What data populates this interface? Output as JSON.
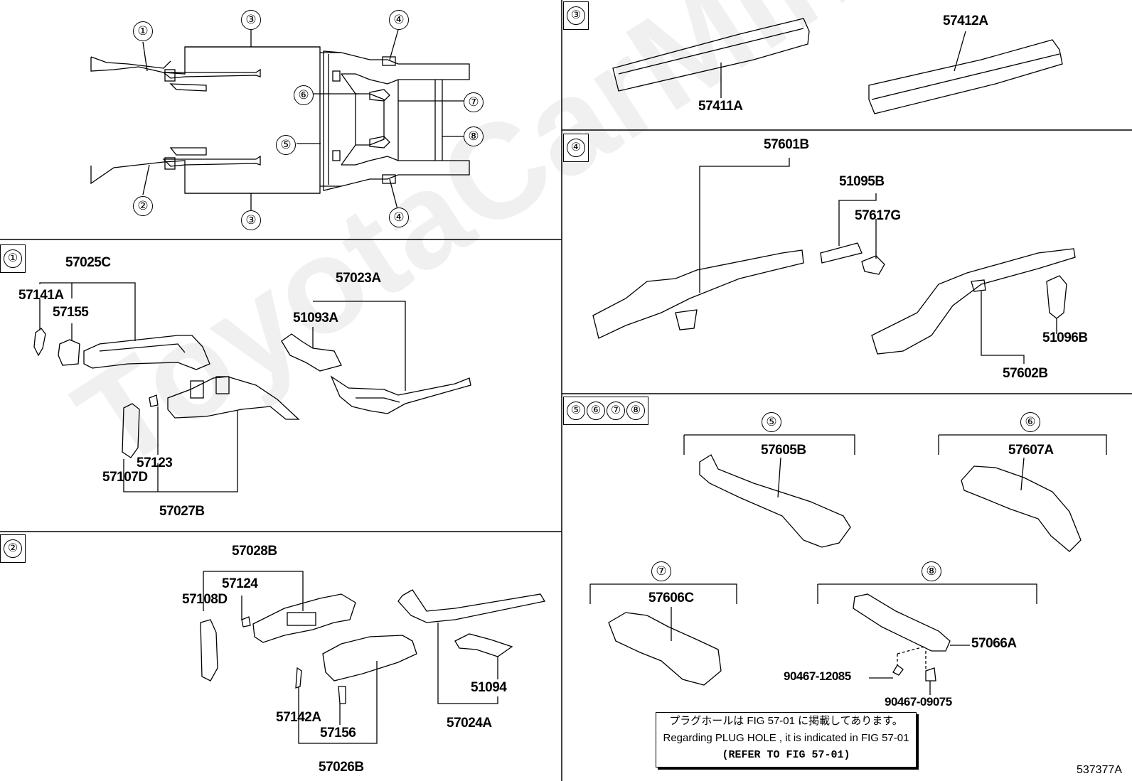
{
  "watermark": "ToyotaCarMine.ru",
  "figure_id": "537377A",
  "sections": [
    {
      "id": "s1",
      "circles": [
        "①"
      ]
    },
    {
      "id": "s2",
      "circles": [
        "②"
      ]
    },
    {
      "id": "s3",
      "circles": [
        "③"
      ]
    },
    {
      "id": "s4",
      "circles": [
        "④"
      ]
    },
    {
      "id": "s5678",
      "circles": [
        "⑤",
        "⑥",
        "⑦",
        "⑧"
      ]
    }
  ],
  "overview_callouts": [
    "①",
    "②",
    "③",
    "③",
    "④",
    "④",
    "⑤",
    "⑥",
    "⑦",
    "⑧"
  ],
  "sub_callouts": [
    "⑤",
    "⑥",
    "⑦",
    "⑧"
  ],
  "parts": {
    "p57025C": "57025C",
    "p57141A": "57141A",
    "p57155": "57155",
    "p57023A": "57023A",
    "p51093A": "51093A",
    "p57123": "57123",
    "p57107D": "57107D",
    "p57027B": "57027B",
    "p57028B": "57028B",
    "p57124": "57124",
    "p57108D": "57108D",
    "p57142A": "57142A",
    "p57156": "57156",
    "p57026B": "57026B",
    "p51094": "51094",
    "p57024A": "57024A",
    "p57411A": "57411A",
    "p57412A": "57412A",
    "p57601B": "57601B",
    "p51095B": "51095B",
    "p57617G": "57617G",
    "p51096B": "51096B",
    "p57602B": "57602B",
    "p57605B": "57605B",
    "p57607A": "57607A",
    "p57606C": "57606C",
    "p57066A": "57066A",
    "p90467_12085": "90467-12085",
    "p90467_09075": "90467-09075"
  },
  "note": {
    "line1": "プラグホールは FIG 57-01 に掲載してあります。",
    "line2": "Regarding  PLUG  HOLE , it is indicated in FIG  57-01",
    "line3": "(REFER TO FIG 57-01)"
  }
}
